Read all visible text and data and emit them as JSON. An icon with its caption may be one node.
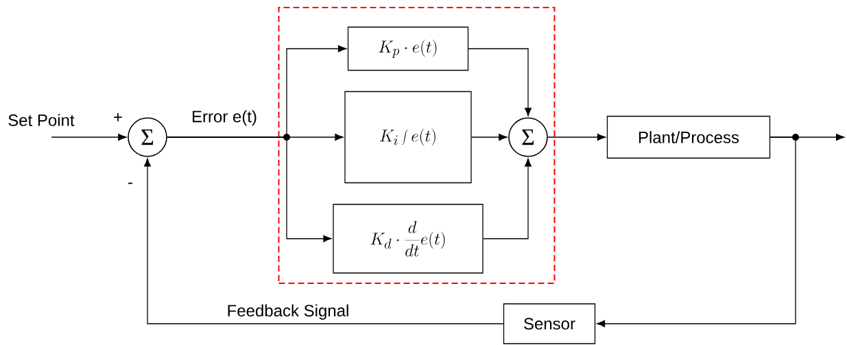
{
  "diagram": {
    "nodes": [
      {
        "text": [],
        "shape": "box"
      },
      {
        "text": [
          "Σ"
        ]
      },
      {
        "text": [
          "K_p \\cdot e(t)"
        ],
        "in": 0
      },
      {
        "text": [
          "K_i \\int e(t)"
        ],
        "in": 0
      },
      {
        "text": [
          "K_d \\cdot \\frac{d}{dt} e(t)"
        ],
        "in": 0
      },
      {
        "text": [
          "Σ"
        ],
        "in": 0
      },
      {
        "text": [
          "Plant/Process"
        ]
      },
      {
        "text": [
          "Sensor"
        ]
      }
    ],
    "edges": [
      {
        "from": null,
        "to": 1,
        "arrow": "to",
        "label": "Set Point"
      },
      {
        "from": 1,
        "to": 2,
        "arrow": "to"
      },
      {
        "from": 1,
        "to": 3,
        "arrow": "to"
      },
      {
        "from": 1,
        "to": 4,
        "arrow": "to"
      },
      {
        "from": 2,
        "to": 5,
        "arrow": "to"
      },
      {
        "from": 3,
        "to": 5,
        "arrow": "to"
      },
      {
        "from": 4,
        "to": 5,
        "arrow": "to"
      },
      {
        "from": 5,
        "to": 6,
        "arrow": "to"
      },
      {
        "from": 6,
        "to": null,
        "arrow": "to"
      },
      {
        "from": 6,
        "to": 7,
        "arrow": "to"
      },
      {
        "from": 7,
        "to": 1,
        "arrow": "to",
        "label": "Feedback Signal"
      }
    ],
    "labels": [
      "+",
      "Error e(t)",
      "-"
    ]
  }
}
